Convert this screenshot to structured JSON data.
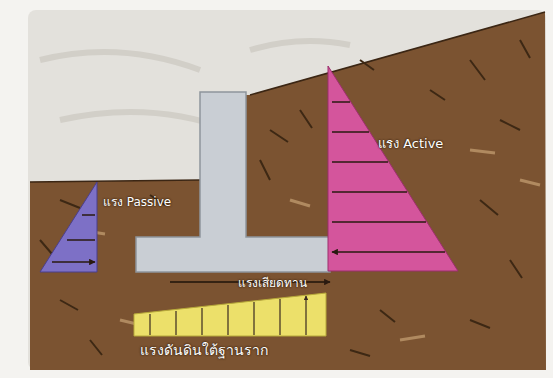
{
  "diagram": {
    "labels": [
      "แรง Active",
      "แรง Passive",
      "แรงเสียดทาน",
      "แรงดันดินใต้ฐานราก"
    ]
  }
}
